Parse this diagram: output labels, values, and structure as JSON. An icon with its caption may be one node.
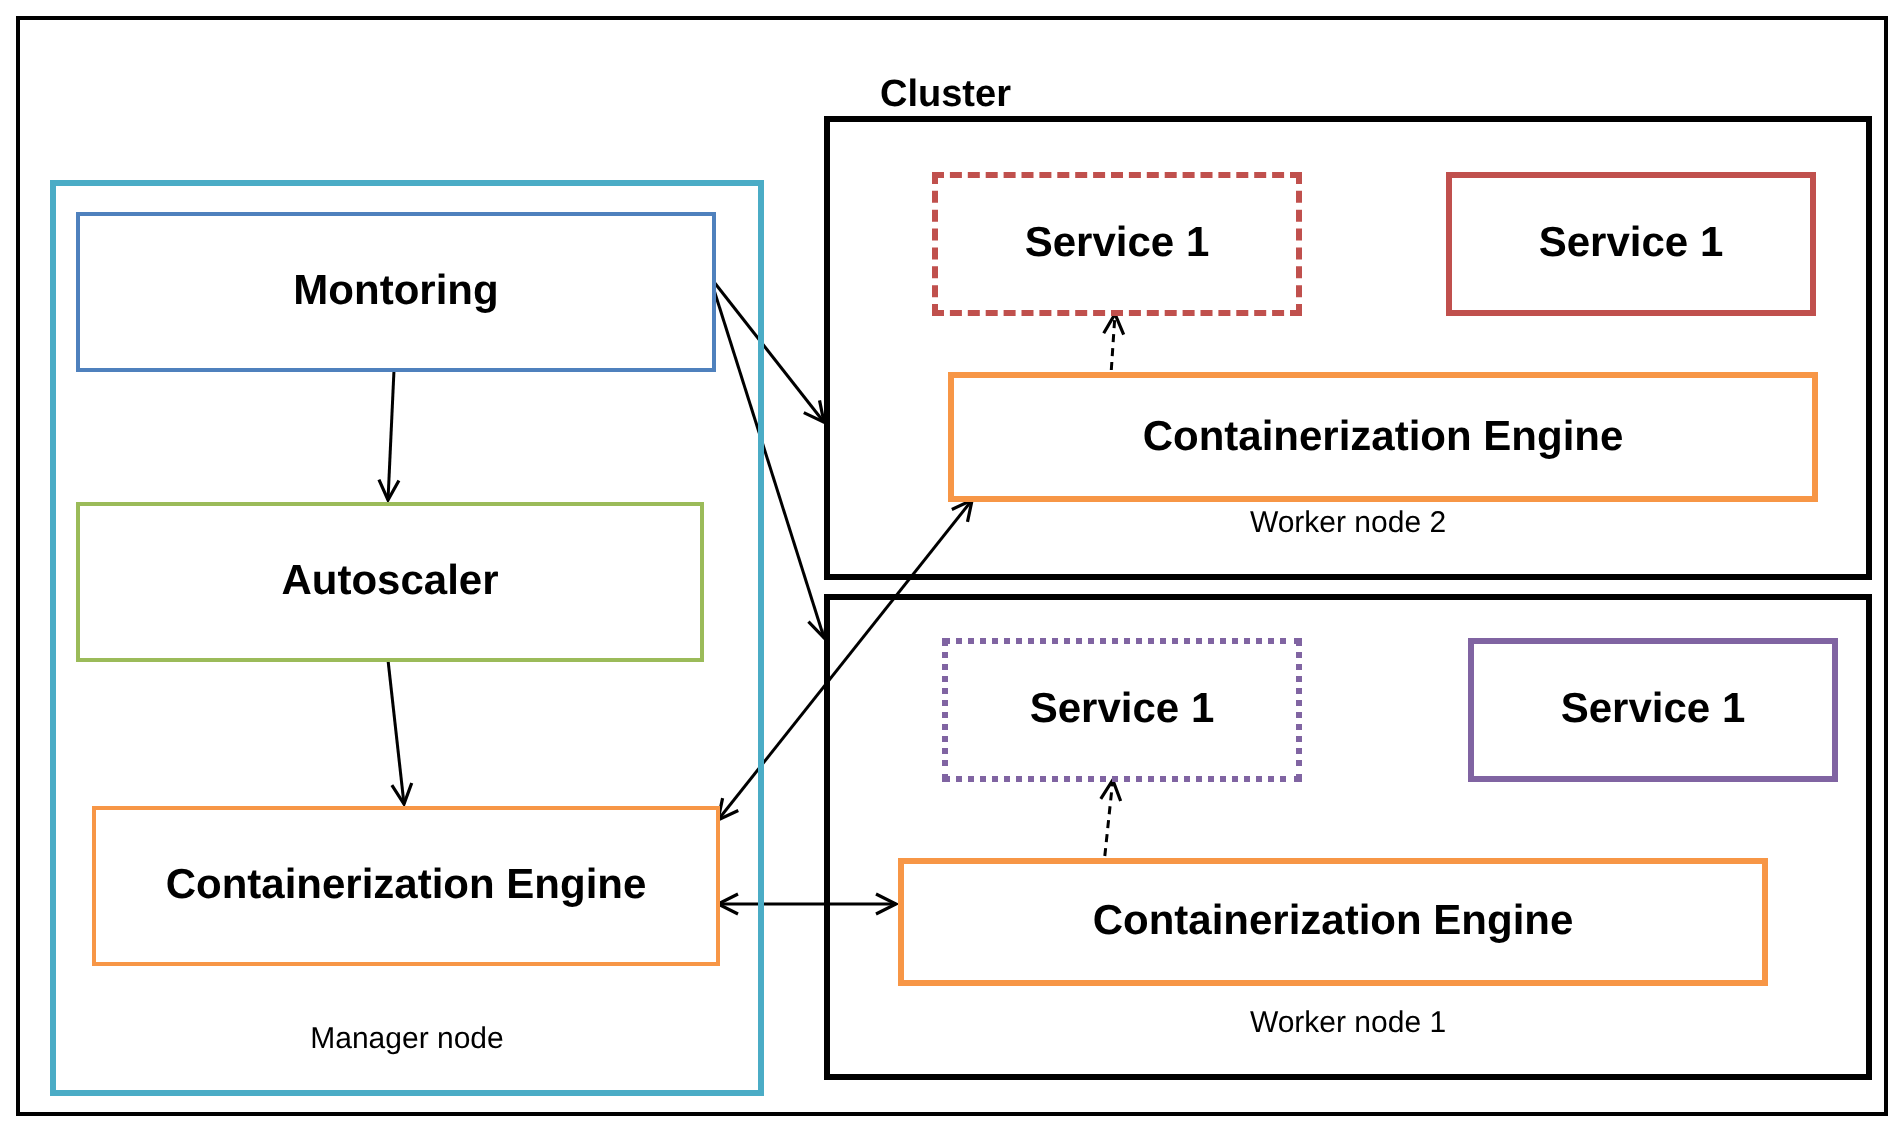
{
  "diagram": {
    "nodes": [
      {
        "text": [
          "Cluster"
        ]
      },
      {
        "text": [
          "Manager node"
        ],
        "in": 0
      },
      {
        "text": [
          "Montoring"
        ],
        "in": 1
      },
      {
        "text": [
          "Autoscaler"
        ],
        "in": 1
      },
      {
        "text": [
          "Containerization Engine"
        ],
        "in": 1
      },
      {
        "text": [
          "Worker node 2"
        ],
        "in": 0
      },
      {
        "text": [
          "Service 1"
        ],
        "in": 5
      },
      {
        "text": [
          "Service 1"
        ],
        "in": 5
      },
      {
        "text": [
          "Containerization Engine"
        ],
        "in": 5
      },
      {
        "text": [
          "Worker node 1"
        ],
        "in": 0
      },
      {
        "text": [
          "Service 1"
        ],
        "in": 9
      },
      {
        "text": [
          "Service 1"
        ],
        "in": 9
      },
      {
        "text": [
          "Containerization Engine"
        ],
        "in": 9
      }
    ],
    "edges": [
      {
        "from": 2,
        "to": 3,
        "arrow": "to"
      },
      {
        "from": 3,
        "to": 4,
        "arrow": "to"
      },
      {
        "from": 2,
        "to": 5,
        "arrow": "to"
      },
      {
        "from": 2,
        "to": 9,
        "arrow": "to"
      },
      {
        "from": 4,
        "to": 8,
        "arrow": "both"
      },
      {
        "from": 4,
        "to": 12,
        "arrow": "both"
      },
      {
        "from": 8,
        "to": 6,
        "arrow": "to",
        "style": "dashed"
      },
      {
        "from": 12,
        "to": 10,
        "arrow": "to",
        "style": "dashed"
      }
    ]
  }
}
